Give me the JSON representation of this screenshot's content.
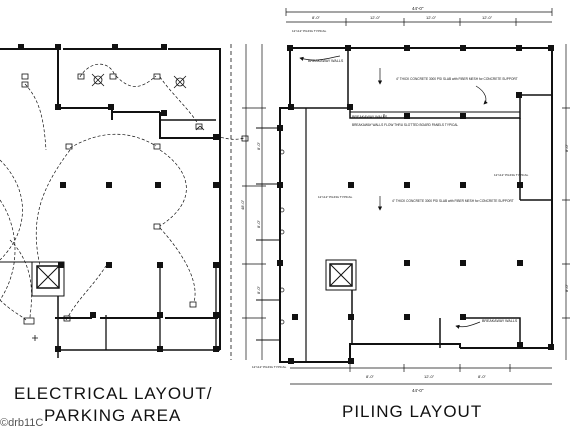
{
  "drawings": {
    "electrical": {
      "caption_line1": "ELECTRICAL LAYOUT/",
      "caption_line2": "PARKING AREA"
    },
    "piling": {
      "caption": "PILING LAYOUT",
      "notes": {
        "breakaway_walls_top": "BREAKAWAY WALLS",
        "breakaway_walls_left": "BREAKAWAY WALLS",
        "breakaway_walls_detail": "BREAKAWAY WALLS FLOW THRU SLOTTED BOARD PANELS TYPICAL",
        "slab_note_1": "4\" THICK CONCRETE 3000 PSI SLAB with FIBER MESH for CONCRETE SUPPORT",
        "slab_note_2": "4\" THICK CONCRETE 3000 PSI SLAB with FIBER MESH for CONCRETE SUPPORT",
        "breakaway_walls_bottom": "BREAKAWAY WALLS",
        "beam_note_top": "12\"x12\" PILING TYPICAL",
        "beam_note_right": "12\"x12\" PILING TYPICAL",
        "beam_note_mid": "12\"x12\" PILING TYPICAL",
        "beam_note_bottom": "12\"x12\" PILING TYPICAL"
      },
      "dims": {
        "overall_top": "44'-0\"",
        "top_1": "8'-0\"",
        "top_2": "12'-0\"",
        "top_3": "12'-0\"",
        "top_4": "12'-0\"",
        "bottom_1": "8'-0\"",
        "bottom_2": "12'-0\"",
        "bottom_3": "8'-0\"",
        "overall_bottom": "44'-0\"",
        "left_overall": "48'-0\"",
        "left_1": "8'-0\"",
        "left_2": "8'-0\"",
        "left_3": "8'-0\"",
        "left_4": "8'-0\"",
        "left_5": "8'-0\""
      }
    },
    "brand": "©drb11C"
  }
}
